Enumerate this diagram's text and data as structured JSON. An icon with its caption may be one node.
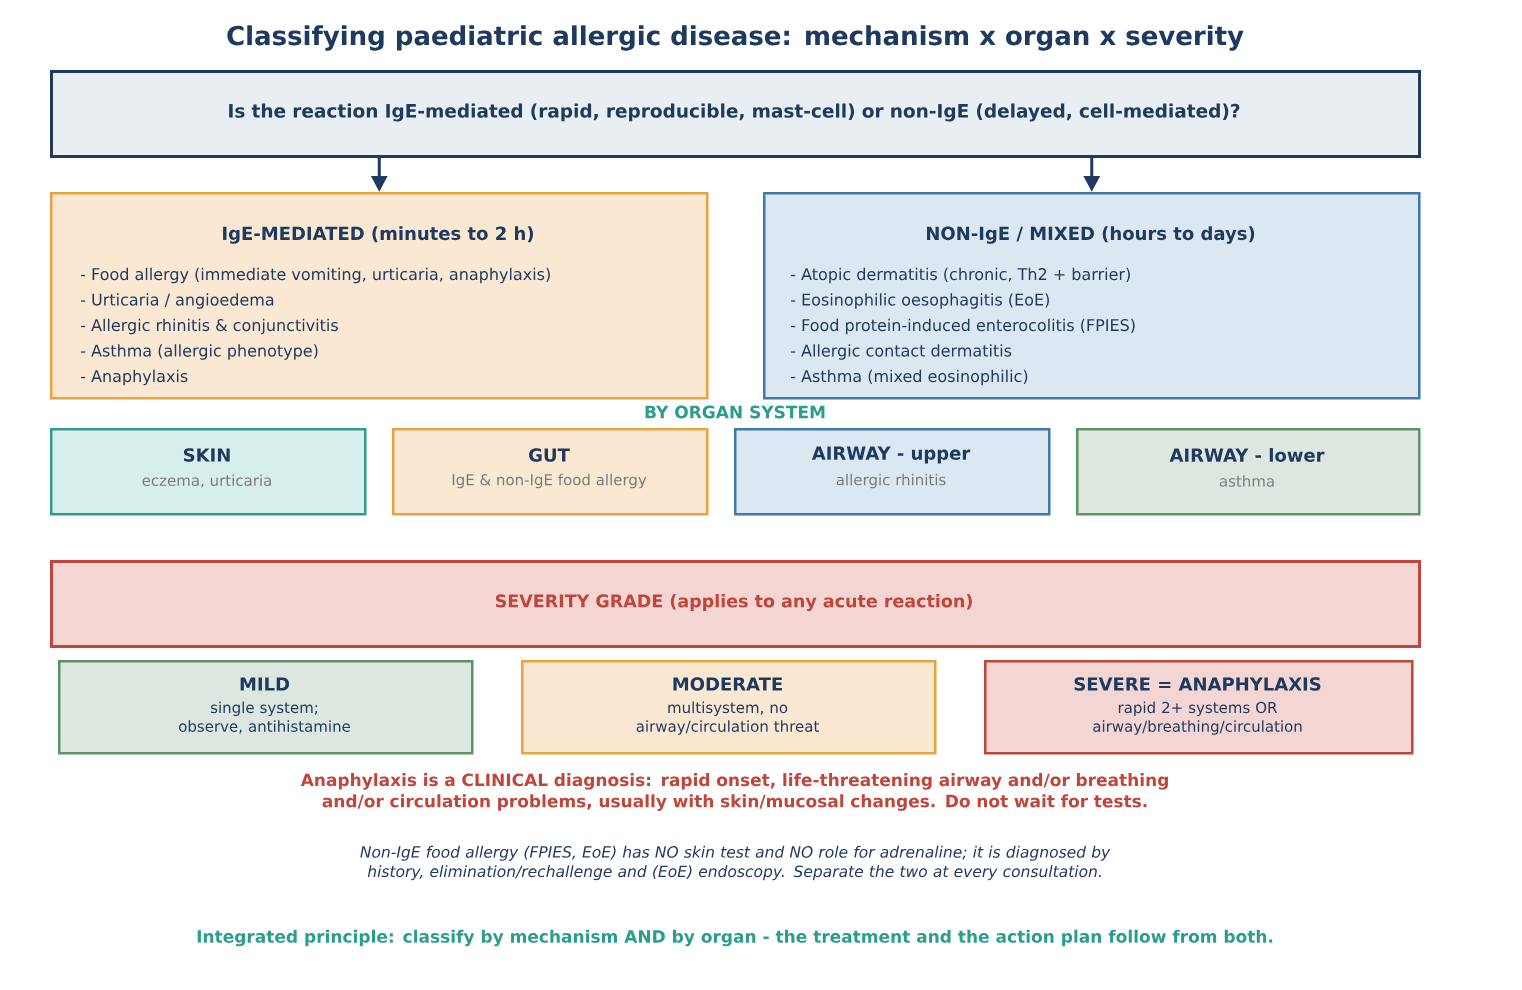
{
  "diagram": {
    "title": "Classifying paediatric allergic disease: mechanism x organ x severity",
    "nodes": [
      {
        "text": [
          "Is the reaction IgE-mediated (rapid, reproducible, mast-cell) or non-IgE (delayed, cell-mediated)?"
        ]
      },
      {
        "text": [
          "IgE-MEDIATED  (minutes to 2 h)",
          "- Food allergy (immediate vomiting, urticaria, anaphylaxis)",
          "- Urticaria / angioedema",
          "- Allergic rhinitis & conjunctivitis",
          "- Asthma (allergic phenotype)",
          "- Anaphylaxis"
        ]
      },
      {
        "text": [
          "NON-IgE / MIXED  (hours to days)",
          "- Atopic dermatitis (chronic, Th2 + barrier)",
          "- Eosinophilic oesophagitis (EoE)",
          "- Food protein-induced enterocolitis (FPIES)",
          "- Allergic contact dermatitis",
          "- Asthma (mixed eosinophilic)"
        ]
      },
      {
        "text": [
          "SKIN",
          "eczema, urticaria"
        ]
      },
      {
        "text": [
          "GUT",
          "IgE & non-IgE food allergy"
        ]
      },
      {
        "text": [
          "AIRWAY - upper",
          "allergic rhinitis"
        ]
      },
      {
        "text": [
          "AIRWAY - lower",
          "asthma"
        ]
      },
      {
        "text": [
          "SEVERITY GRADE  (applies to any acute reaction)"
        ]
      },
      {
        "text": [
          "MILD",
          "single system; observe, antihistamine"
        ]
      },
      {
        "text": [
          "MODERATE",
          "multisystem, no airway/circulation threat"
        ]
      },
      {
        "text": [
          "SEVERE = ANAPHYLAXIS",
          "rapid 2+ systems OR airway/breathing/circulation"
        ]
      }
    ],
    "edges": [
      {
        "from": 0,
        "to": 1,
        "arrow": "to"
      },
      {
        "from": 0,
        "to": 2,
        "arrow": "to"
      }
    ],
    "labels": [
      "BY ORGAN SYSTEM",
      "Anaphylaxis is a CLINICAL diagnosis: rapid onset, life-threatening airway and/or breathing and/or circulation problems, usually with skin/mucosal changes. Do not wait for tests.",
      "Non-IgE food allergy (FPIES, EoE) has NO skin test and NO role for adrenaline; it is diagnosed by history, elimination/rechallenge and (EoE) endoscopy. Separate the two at every consultation.",
      "Integrated principle: classify by mechanism AND by organ - the treatment and the action plan follow from both."
    ]
  }
}
